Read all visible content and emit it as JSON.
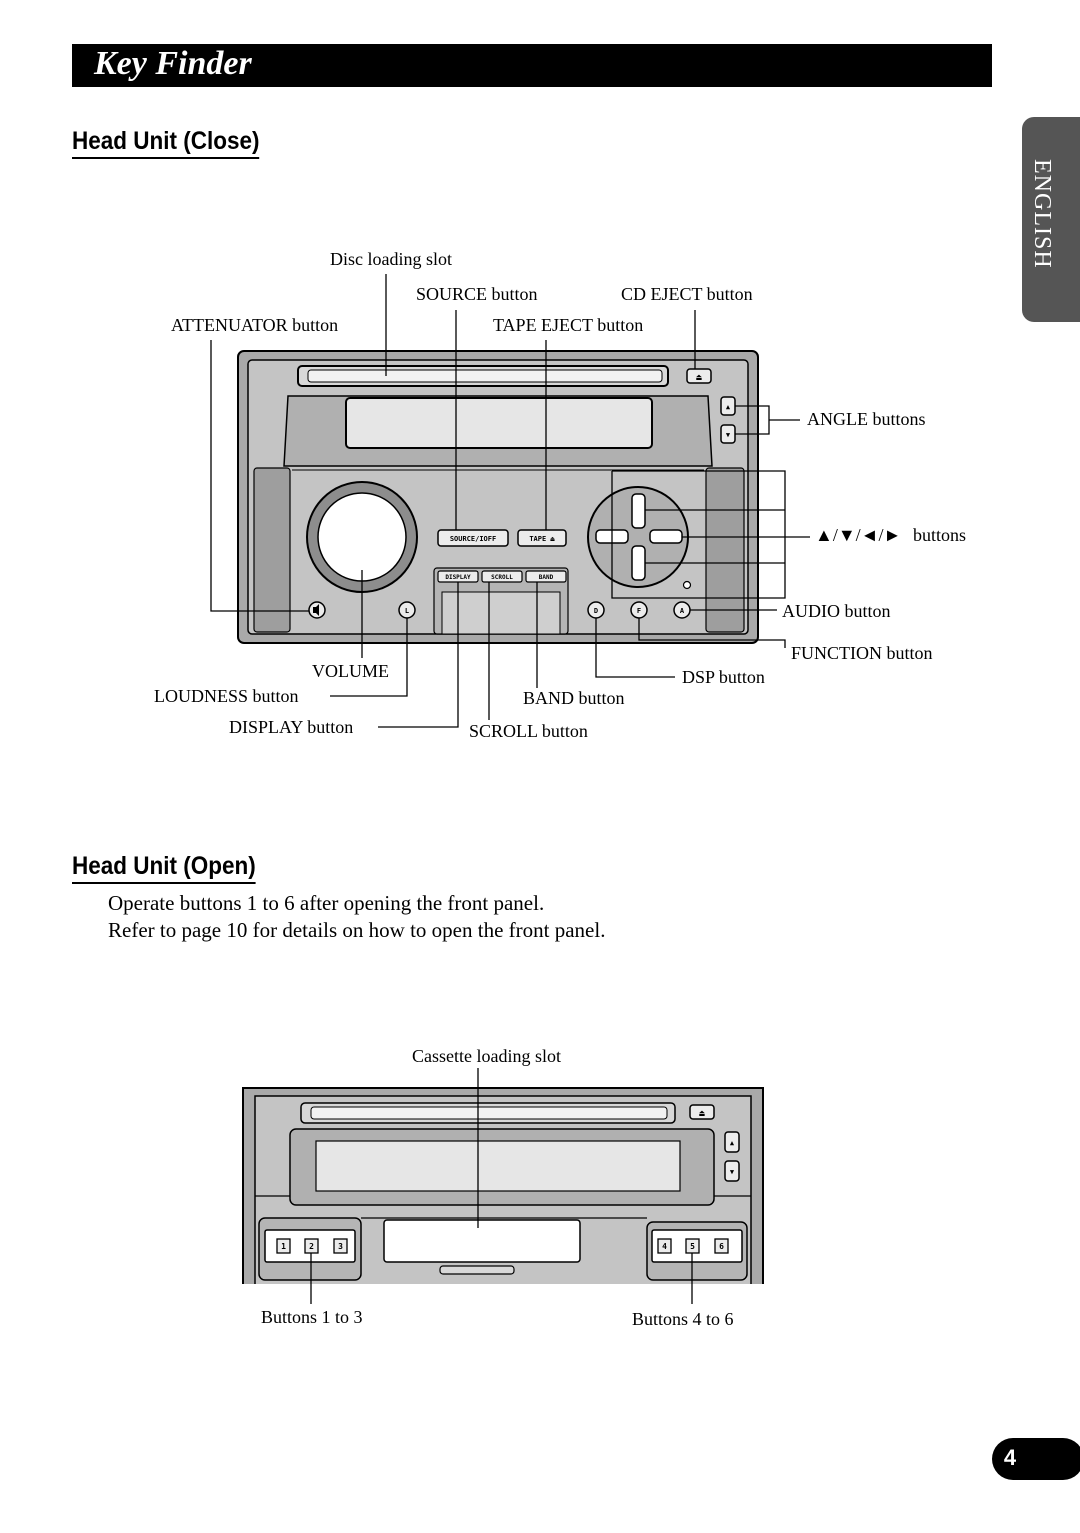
{
  "page": {
    "title": "Key Finder",
    "language_tab": "ENGLISH",
    "page_number": "4"
  },
  "close_section": {
    "heading": "Head Unit (Close)",
    "labels": {
      "disc_slot": "Disc loading slot",
      "source": "SOURCE button",
      "cd_eject": "CD EJECT button",
      "attenuator": "ATTENUATOR button",
      "tape_eject": "TAPE EJECT button",
      "angle": "ANGLE buttons",
      "arrows_glyph": "▲/▼/◄/►",
      "arrows_word": "buttons",
      "audio": "AUDIO button",
      "function": "FUNCTION button",
      "volume": "VOLUME",
      "dsp": "DSP button",
      "loudness": "LOUDNESS button",
      "band": "BAND button",
      "display": "DISPLAY button",
      "scroll": "SCROLL button"
    },
    "unit_buttons": {
      "source": "SOURCE/IOFF",
      "tape": "TAPE ⏏",
      "display": "DISPLAY",
      "scroll": "SCROLL",
      "band": "BAND",
      "loudness": "L",
      "dsp": "D",
      "function": "F",
      "audio": "A",
      "eject": "⏏",
      "up": "▲",
      "down": "▼"
    }
  },
  "open_section": {
    "heading": "Head Unit (Open)",
    "line1": "Operate buttons 1 to 6 after opening the front panel.",
    "line2": "Refer to page 10 for details on how to open the front panel.",
    "labels": {
      "cassette_slot": "Cassette loading slot",
      "buttons_1_3": "Buttons 1 to 3",
      "buttons_4_6": "Buttons 4 to 6"
    },
    "preset_buttons": [
      "1",
      "2",
      "3",
      "4",
      "5",
      "6"
    ],
    "unit_buttons": {
      "eject": "⏏",
      "up": "▲",
      "down": "▼"
    }
  }
}
